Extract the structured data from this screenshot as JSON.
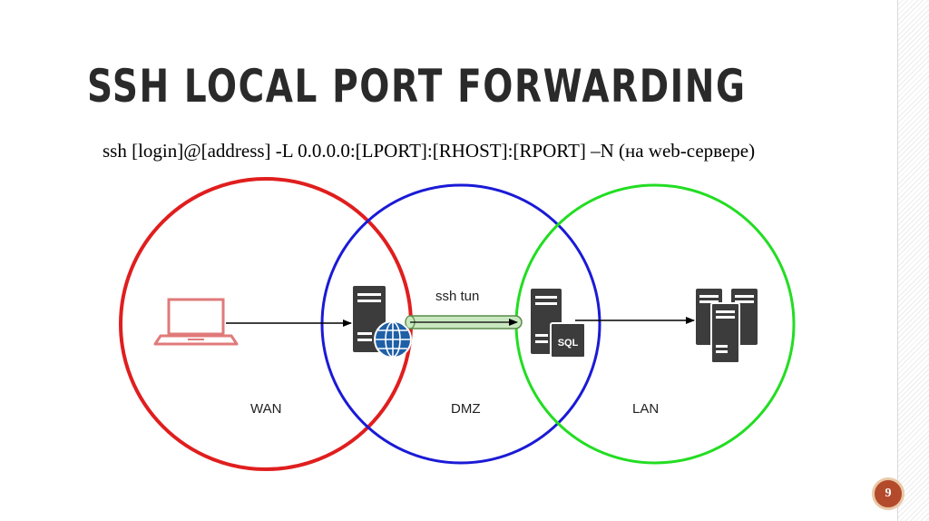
{
  "slide": {
    "title": "SSH LOCAL PORT FORWARDING",
    "command": "ssh [login]@[address] -L 0.0.0.0:[LPORT]:[RHOST]:[RPORT] –N  (на web-сервере)",
    "page_number": "9"
  },
  "diagram": {
    "tunnel_label": "ssh tun",
    "zones": {
      "wan": {
        "label": "WAN",
        "color": "#e01e1e"
      },
      "dmz": {
        "label": "DMZ",
        "color": "#1a1ad6"
      },
      "lan": {
        "label": "LAN",
        "color": "#22dd22"
      }
    },
    "sql_label": "SQL",
    "colors": {
      "laptop": "#e07a7a",
      "server": "#3c3c3c",
      "globe": "#1f5fa6",
      "tunnel": "#c9e8c0"
    }
  }
}
